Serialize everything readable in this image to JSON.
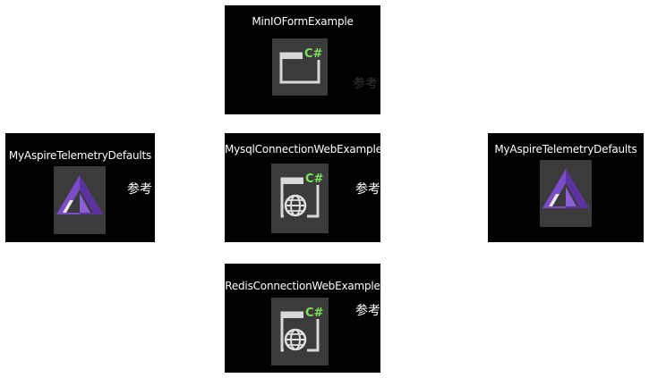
{
  "nodes": {
    "minio": {
      "title": "MinIOFormExample",
      "icon": "csharp-winform-icon"
    },
    "mysql": {
      "title": "MysqlConnectionWebExample",
      "icon": "csharp-web-icon"
    },
    "redis": {
      "title": "RedisConnectionWebExample",
      "icon": "csharp-web-icon"
    },
    "aspire_left": {
      "title": "MyAspireTelemetryDefaults",
      "icon": "aspire-icon"
    },
    "aspire_right": {
      "title": "MyAspireTelemetryDefaults",
      "icon": "aspire-icon"
    }
  },
  "edge_labels": {
    "ref_1": "参考",
    "ref_2": "参考",
    "ref_3": "参考",
    "ref_4": "参考"
  },
  "colors": {
    "node_background": "#000000",
    "icon_background": "#3b3b3b",
    "csharp_badge": "#7ee35a",
    "aspire_purple": "#6b3fb8"
  }
}
